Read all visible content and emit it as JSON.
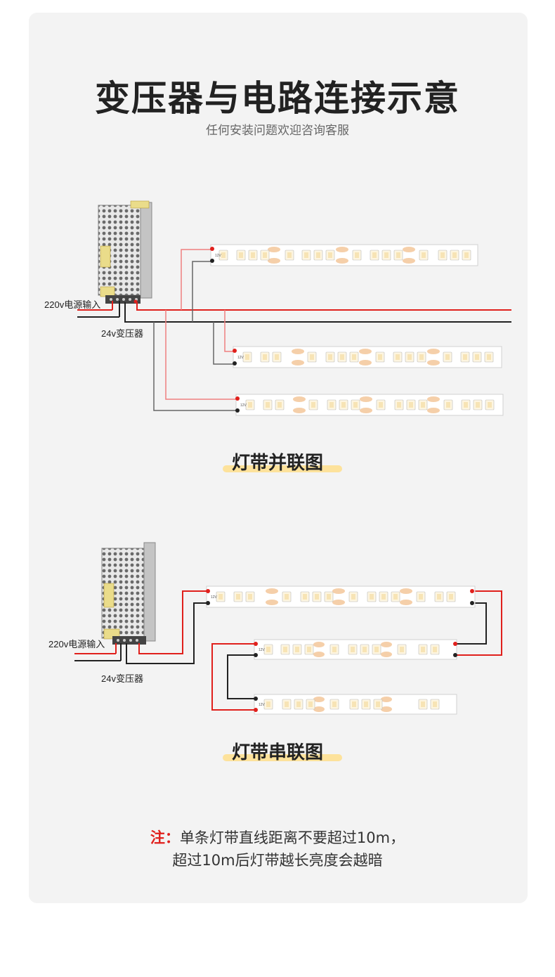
{
  "header": {
    "title": "变压器与电路连接示意",
    "subtitle": "任何安装问题欢迎咨询客服"
  },
  "parallel": {
    "input_label": "220v电源输入",
    "transformer_label": "24v变压器",
    "caption": "灯带并联图"
  },
  "series": {
    "input_label": "220v电源输入",
    "transformer_label": "24v变压器",
    "caption": "灯带串联图"
  },
  "strip_marking": "12V",
  "note": {
    "prefix": "注：",
    "line1": "单条灯带直线距离不要超过10m，",
    "line2": "超过10m后灯带越长亮度会越暗"
  },
  "colors": {
    "card": "#f3f3f3",
    "wire_positive": "#e0201c",
    "wire_negative": "#222222",
    "wire_gray": "#666666",
    "wire_pink": "#f08080",
    "led": "#fdf5e0",
    "pad": "#f5cfa9",
    "highlight": "#fde29b"
  }
}
